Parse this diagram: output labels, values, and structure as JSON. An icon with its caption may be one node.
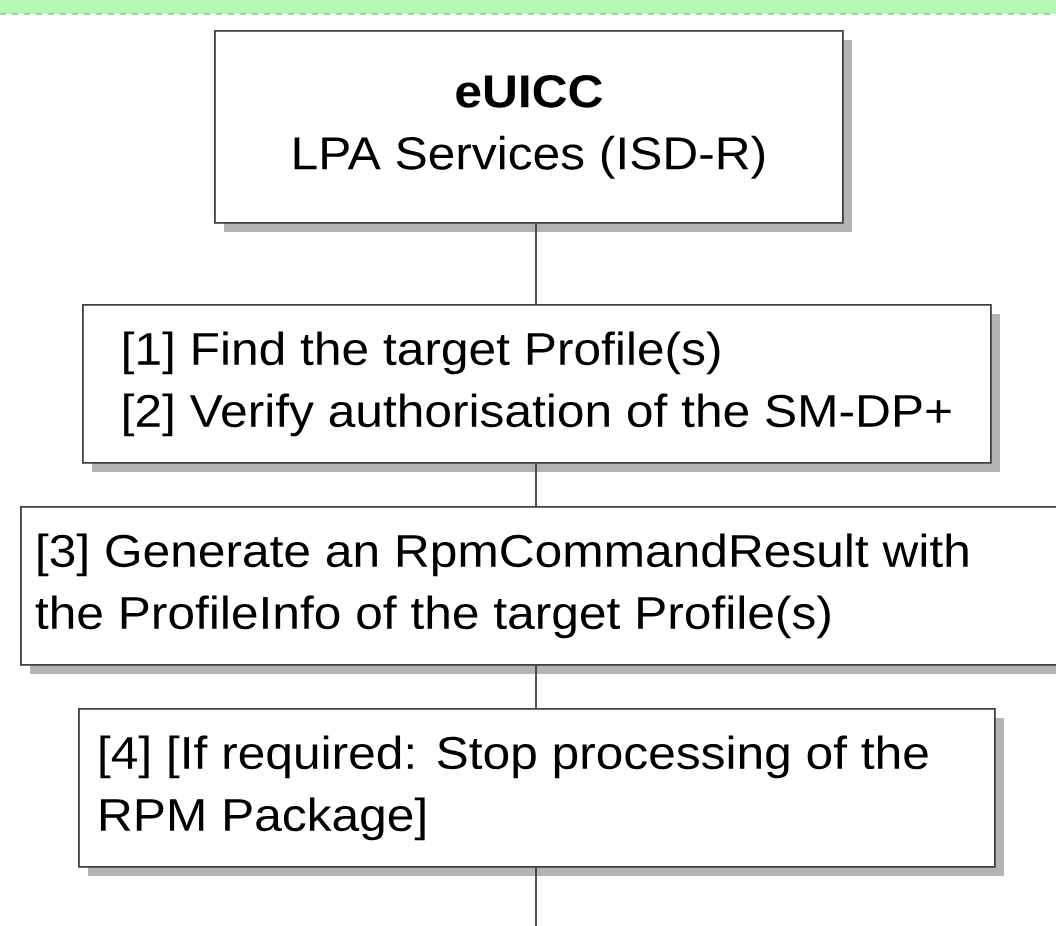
{
  "diagram": {
    "nodes": [
      {
        "text": [
          "eUICC",
          "LPA Services (ISD-R)"
        ]
      },
      {
        "text": [
          "[1] Find the target Profile(s)",
          "[2] Verify authorisation of the SM-DP+"
        ]
      },
      {
        "text": [
          "[3] Generate an RpmCommandResult with the ProfileInfo of the target Profile(s)"
        ]
      },
      {
        "text": [
          "[4] [If required: Stop processing of the RPM Package]"
        ]
      }
    ],
    "edges": [
      {
        "from": 0,
        "to": 1,
        "arrow": "none"
      },
      {
        "from": 1,
        "to": 2,
        "arrow": "none"
      },
      {
        "from": 2,
        "to": 3,
        "arrow": "none"
      },
      {
        "from": 3,
        "to": null,
        "arrow": "none"
      }
    ]
  }
}
